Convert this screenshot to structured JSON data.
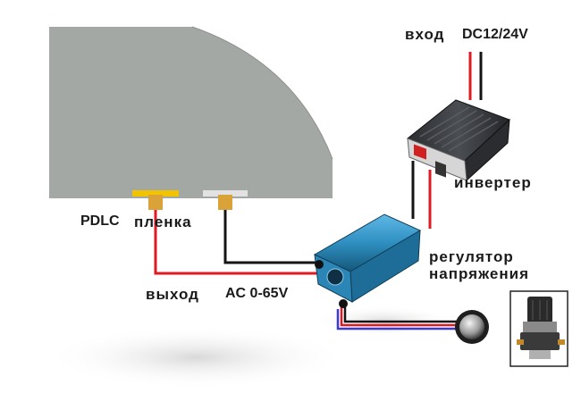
{
  "labels": {
    "input_word": "вход",
    "input_voltage": "DC12/24V",
    "inverter": "инвертер",
    "regulator_line1": "регулятор",
    "regulator_line2": "напряжения",
    "film_brand": "PDLC",
    "film_word": "пленка",
    "output_word": "выход",
    "output_voltage": "AC 0-65V"
  },
  "colors": {
    "film_gray": "#a3a8a4",
    "wire_red": "#e01a22",
    "wire_black": "#141414",
    "wire_blue": "#3a3ad0",
    "connector_yellow": "#f2c300",
    "connector_gold": "#d9a33a",
    "regulator_blue": "#2e8fc0",
    "inverter_body": "#3a3d40"
  }
}
